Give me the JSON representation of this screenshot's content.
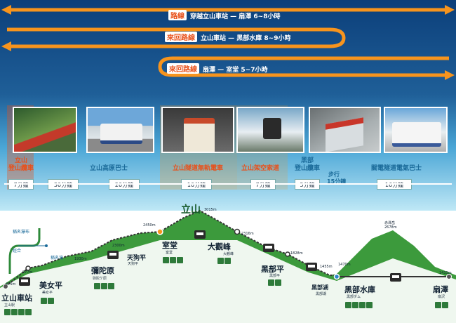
{
  "routes": [
    {
      "tag": "路線",
      "text": "穿越立山車站 — 扇澤 6~8小時"
    },
    {
      "tag": "來回路線",
      "text": "立山車站 — 黑部水庫 8~9小時"
    },
    {
      "tag": "來回路線",
      "text": "扇澤 — 室堂 5~7小時"
    }
  ],
  "segments": [
    {
      "label": "立山\n登山纜車",
      "time": "7分鐘",
      "color": "#e8501a"
    },
    {
      "label": "立山高原巴士",
      "time": "30分鐘",
      "color": "#1b6b9a"
    },
    {
      "label": "",
      "time": "20分鐘",
      "color": "#1b6b9a"
    },
    {
      "label": "立山隧道無軌電車",
      "time": "10分鐘",
      "color": "#e8501a"
    },
    {
      "label": "立山架空索道",
      "time": "7分鐘",
      "color": "#e8501a"
    },
    {
      "label": "黑部\n登山纜車",
      "time": "5分鐘",
      "color": "#1b6b9a"
    },
    {
      "label": "步行\n15分鐘",
      "time": "",
      "color": "#1b6b9a"
    },
    {
      "label": "關電隧道電氣巴士",
      "time": "16分鐘",
      "color": "#1b6b9a"
    }
  ],
  "stations": [
    {
      "name": "立山車站",
      "sub": "立山駅",
      "elev": "475m"
    },
    {
      "name": "美女平",
      "sub": "美女平",
      "elev": "977m"
    },
    {
      "name": "彌陀原",
      "sub": "弥陀ケ原",
      "elev": "1930m"
    },
    {
      "name": "天狗平",
      "sub": "天狗平",
      "elev": "2300m"
    },
    {
      "name": "室堂",
      "sub": "室堂",
      "elev": "2450m"
    },
    {
      "name": "大觀峰",
      "sub": "大観峰",
      "elev": "2316m"
    },
    {
      "name": "黑部平",
      "sub": "黒部平",
      "elev": "1828m"
    },
    {
      "name": "黑部湖",
      "sub": "黒部湖",
      "elev": "1455m"
    },
    {
      "name": "黑部水庫",
      "sub": "黒部ダム",
      "elev": "1470m"
    },
    {
      "name": "扇澤",
      "sub": "扇沢",
      "elev": "1433m"
    }
  ],
  "peaks": [
    {
      "name": "立山",
      "elev": "3015m"
    },
    {
      "name": "赤澤岳",
      "elev": "2678m"
    }
  ],
  "side_labels": {
    "line1": "稱名瀑布",
    "line2": "經合",
    "line3": "稱名滝",
    "line4": "立山"
  },
  "colors": {
    "sky_top": "#0c3f7a",
    "sky_bottom": "#8fd3ee",
    "arrow_orange": "#f7941d",
    "mountain_green": "#3c9a3c"
  }
}
